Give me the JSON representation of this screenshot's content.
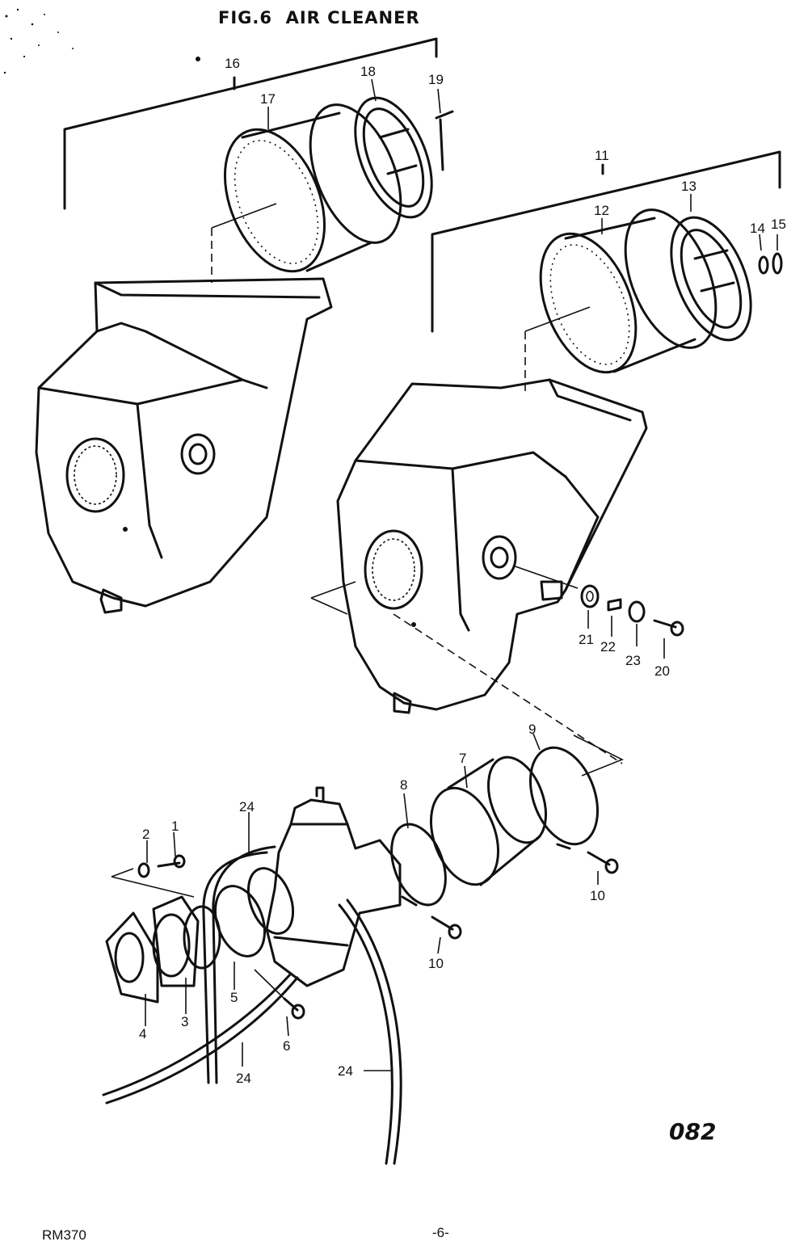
{
  "header": {
    "title": "FIG.6  AIR CLEANER"
  },
  "footer": {
    "model": "RM370",
    "page": "-6-"
  },
  "reference_code": "082",
  "callouts": {
    "n1": "1",
    "n2": "2",
    "n3": "3",
    "n4": "4",
    "n5": "5",
    "n6": "6",
    "n7": "7",
    "n8": "8",
    "n9": "9",
    "n10a": "10",
    "n10b": "10",
    "n11": "11",
    "n12": "12",
    "n13": "13",
    "n14": "14",
    "n15": "15",
    "n16": "16",
    "n17": "17",
    "n18": "18",
    "n19": "19",
    "n20": "20",
    "n21": "21",
    "n22": "22",
    "n23": "23",
    "n24a": "24",
    "n24b": "24",
    "n24c": "24"
  }
}
